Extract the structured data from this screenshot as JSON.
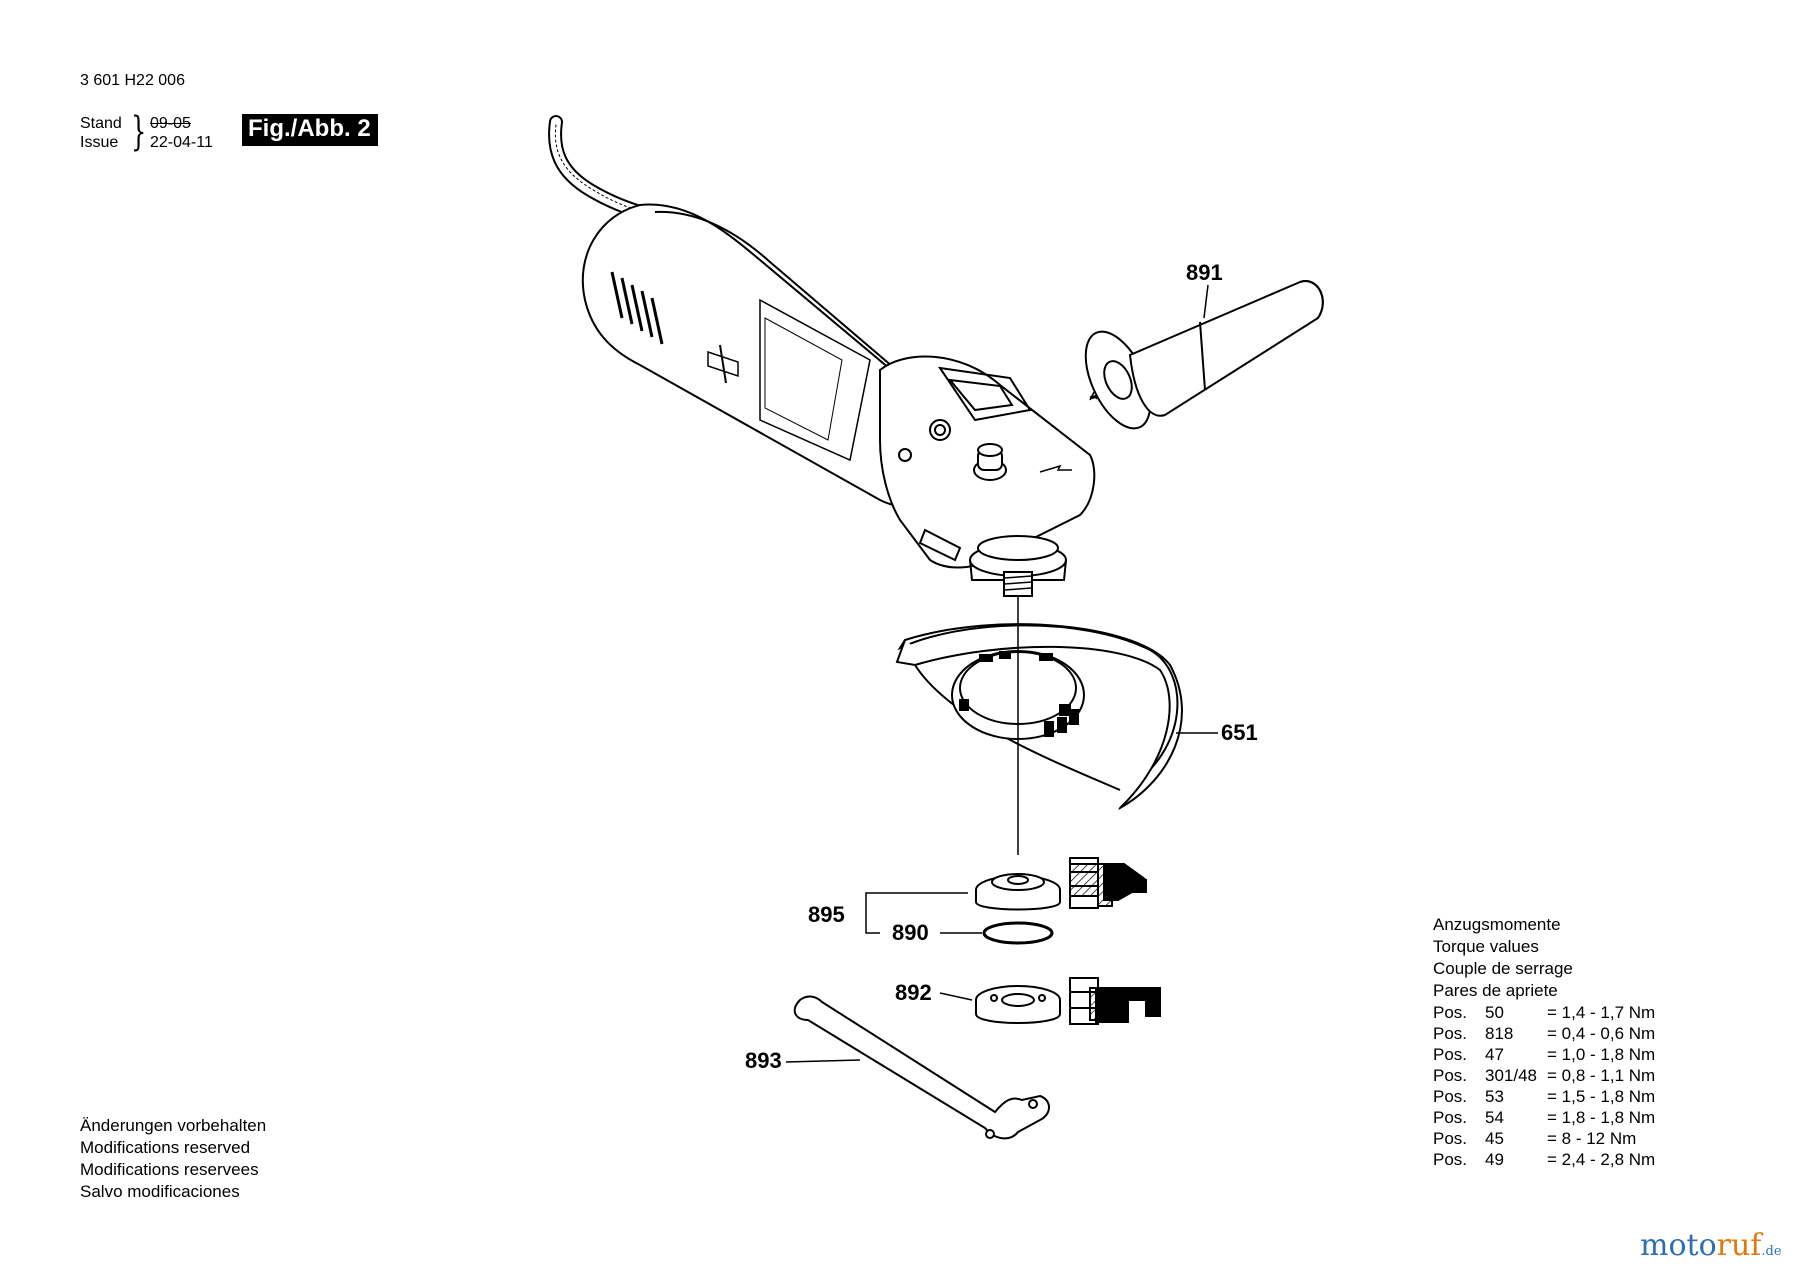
{
  "header": {
    "doc_number": "3 601 H22 006",
    "stand_label": "Stand",
    "issue_label": "Issue",
    "old_date": "09-05",
    "new_date": "22-04-11",
    "figure_label": "Fig./Abb. 2"
  },
  "callouts": {
    "p891": "891",
    "p651": "651",
    "p895": "895",
    "p890": "890",
    "p892": "892",
    "p893": "893"
  },
  "torque": {
    "headers": [
      "Anzugsmomente",
      "Torque values",
      "Couple de serrage",
      "Pares de apriete"
    ],
    "rows": [
      {
        "label": "Pos.",
        "pos": "50",
        "value": "= 1,4 - 1,7 Nm"
      },
      {
        "label": "Pos.",
        "pos": "818",
        "value": "= 0,4 - 0,6 Nm"
      },
      {
        "label": "Pos.",
        "pos": "47",
        "value": "= 1,0 - 1,8 Nm"
      },
      {
        "label": "Pos.",
        "pos": "301/48",
        "value": "= 0,8 - 1,1 Nm"
      },
      {
        "label": "Pos.",
        "pos": "53",
        "value": "= 1,5 - 1,8 Nm"
      },
      {
        "label": "Pos.",
        "pos": "54",
        "value": "= 1,8 - 1,8 Nm"
      },
      {
        "label": "Pos.",
        "pos": "45",
        "value": "= 8 - 12 Nm"
      },
      {
        "label": "Pos.",
        "pos": "49",
        "value": "= 2,4 - 2,8 Nm"
      }
    ]
  },
  "modifications": [
    "Änderungen vorbehalten",
    "Modifications reserved",
    "Modifications reservees",
    "Salvo modificaciones"
  ],
  "watermark": {
    "part1": "moto",
    "part2": "ruf",
    "tld": ".de"
  }
}
